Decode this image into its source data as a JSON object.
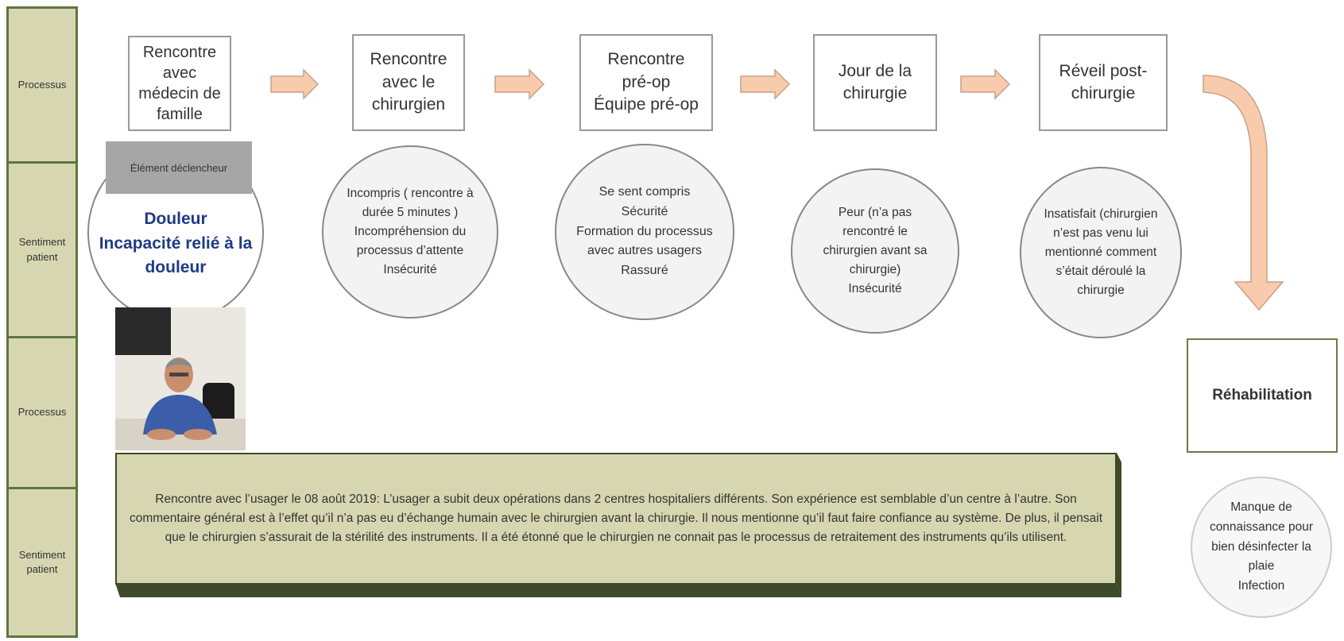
{
  "rows": [
    {
      "label": "Processus"
    },
    {
      "label": "Sentiment\npatient"
    },
    {
      "label": "Processus"
    },
    {
      "label": "Sentiment\npatient"
    }
  ],
  "process_steps": [
    {
      "label": "Rencontre\navec\nmédecin de\nfamille"
    },
    {
      "label": "Rencontre\navec le\nchirurgien"
    },
    {
      "label": "Rencontre\npré-op\nÉquipe pré-op"
    },
    {
      "label": "Jour de la\nchirurgie"
    },
    {
      "label": "Réveil post-\nchirurgie"
    }
  ],
  "trigger": {
    "label": "Élément déclencheur",
    "text": "Douleur\nIncapacité relié à la\ndouleur",
    "text_color": "#1f3b85"
  },
  "feelings": [
    {
      "text": "Incompris ( rencontre à\ndurée 5 minutes )\nIncompréhension du\nprocessus d’attente\nInsécurité"
    },
    {
      "text": "Se sent compris\nSécurité\nFormation du processus\navec autres usagers\nRassuré"
    },
    {
      "text": "Peur (n’a pas\nrencontré le\nchirurgien avant sa\nchirurgie)\nInsécurité"
    },
    {
      "text": "Insatisfait (chirurgien\nn’est pas venu lui\nmentionné comment\ns’était déroulé la\nchirurgie"
    }
  ],
  "rehabilitation": {
    "label": "Réhabilitation",
    "feeling": "Manque de\nconnaissance pour\nbien désinfecter la\nplaie\nInfection"
  },
  "interview_note": "Rencontre avec l’usager le 08 août 2019: L’usager a subit deux opérations dans 2 centres hospitaliers différents. Son expérience est semblable d’un centre à l’autre. Son commentaire général est à l’effet qu’il n’a pas eu d’échange humain avec le chirurgien avant la chirurgie. Il nous mentionne qu’il faut faire confiance au système. De plus, il pensait que le chirurgien s’assurait de la stérilité des instruments. Il a été étonné que le chirurgien ne connait pas le processus de retraitement des instruments qu’ils utilisent.",
  "colors": {
    "row_fill": "#d6d7b0",
    "row_border": "#617440",
    "arrow_fill": "#f8cbad",
    "arrow_stroke": "#c9a08a",
    "panel_fill": "#d6d7b0"
  }
}
